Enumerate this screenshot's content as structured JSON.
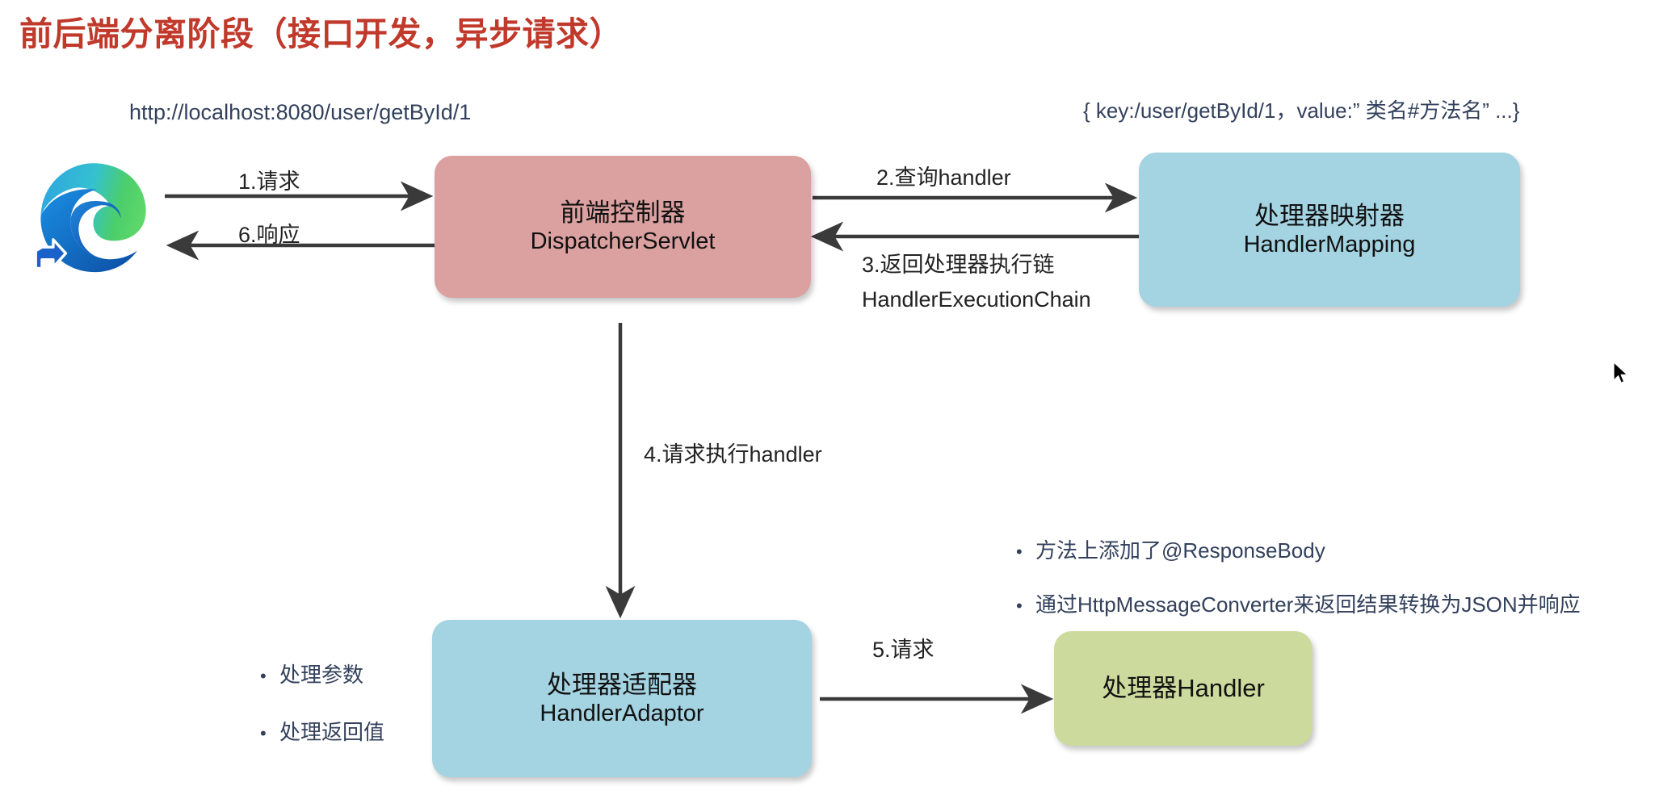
{
  "title": "前后端分离阶段（接口开发，异步请求）",
  "colors": {
    "title": "#c0392b",
    "note_text": "#33415c",
    "dispatcher_box": "#dba0a0",
    "handler_mapping_box": "#a4d3e2",
    "handler_adaptor_box": "#a4d3e2",
    "handler_box": "#cdda9e",
    "arrow": "#3a3a3a"
  },
  "notes": {
    "request_url": "http://localhost:8080/user/getById/1",
    "mapping_entry": "{ key:/user/getById/1，value:” 类名#方法名” ...}"
  },
  "nodes": {
    "browser": {
      "icon": "edge-browser-icon"
    },
    "dispatcher": {
      "cn": "前端控制器",
      "en": "DispatcherServlet"
    },
    "handler_mapping": {
      "cn": "处理器映射器",
      "en": "HandlerMapping"
    },
    "handler_adaptor": {
      "cn": "处理器适配器",
      "en": "HandlerAdaptor"
    },
    "handler": {
      "cn": "处理器Handler"
    }
  },
  "arrows": [
    {
      "id": 1,
      "label": "1.请求",
      "from": "browser",
      "to": "dispatcher"
    },
    {
      "id": 6,
      "label": "6.响应",
      "from": "dispatcher",
      "to": "browser"
    },
    {
      "id": 2,
      "label": "2.查询handler",
      "from": "dispatcher",
      "to": "handler_mapping"
    },
    {
      "id": 3,
      "label": "3.返回处理器执行链",
      "label2": "HandlerExecutionChain",
      "from": "handler_mapping",
      "to": "dispatcher"
    },
    {
      "id": 4,
      "label": "4.请求执行handler",
      "from": "dispatcher",
      "to": "handler_adaptor"
    },
    {
      "id": 5,
      "label": "5.请求",
      "from": "handler_adaptor",
      "to": "handler"
    }
  ],
  "bullets_left": {
    "marker": "•",
    "items": [
      "处理参数",
      "处理返回值"
    ]
  },
  "bullets_right": {
    "marker": "•",
    "items": [
      "方法上添加了@ResponseBody",
      "通过HttpMessageConverter来返回结果转换为JSON并响应"
    ]
  }
}
